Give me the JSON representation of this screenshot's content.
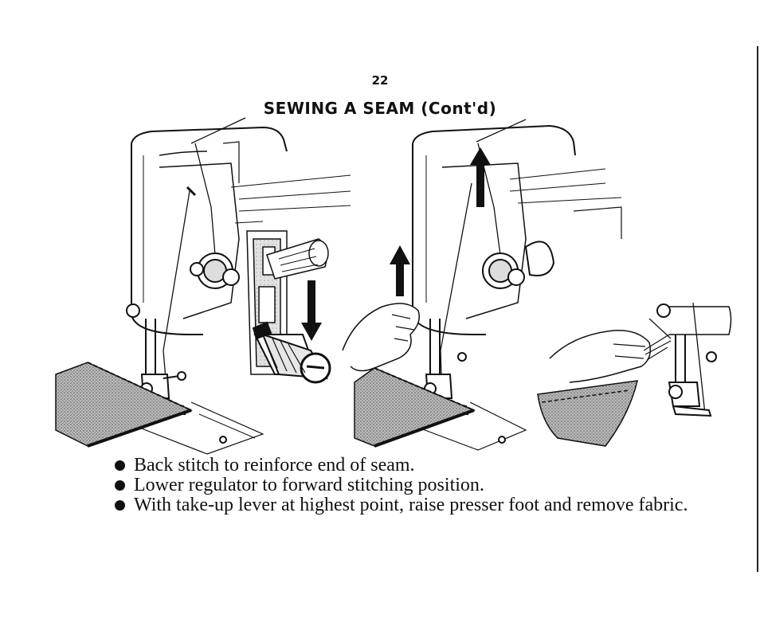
{
  "page": {
    "number": "22",
    "title": "SEWING A SEAM (Cont'd)"
  },
  "figures": {
    "icons": [
      "sewing-machine-backstitch-icon",
      "stitch-regulator-lever-icon",
      "sewing-machine-remove-fabric-icon",
      "down-arrow-icon",
      "up-arrow-icon"
    ]
  },
  "instructions": [
    {
      "text": "Back stitch to reinforce end of seam."
    },
    {
      "text": "Lower regulator to forward stitching position."
    },
    {
      "text": "With take-up lever at highest point, raise presser foot and remove fabric."
    }
  ]
}
